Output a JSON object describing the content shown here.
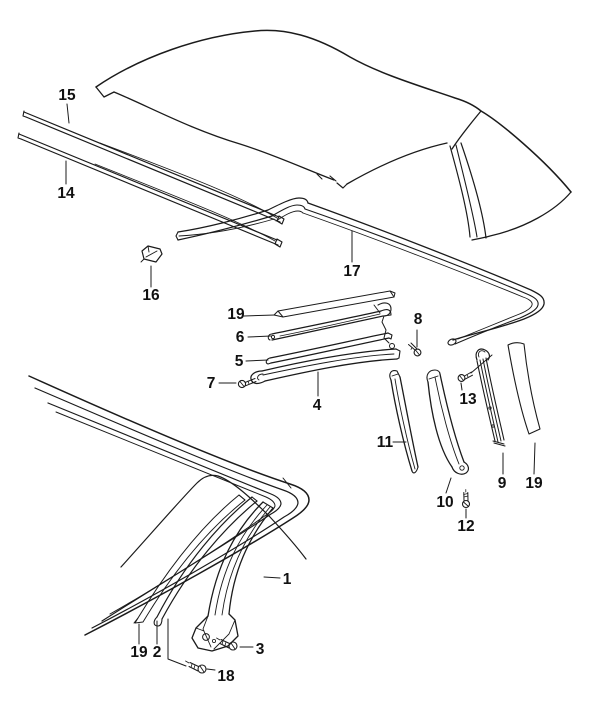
{
  "figure": {
    "type": "exploded-parts-diagram",
    "subject": "convertible-top-and-windshield-frame-seals-line-art",
    "background_color": "#ffffff",
    "line_color": "#1b1b1b",
    "label_color": "#111111",
    "callouts": [
      {
        "ref": "15"
      },
      {
        "ref": "14"
      },
      {
        "ref": "16"
      },
      {
        "ref": "17"
      },
      {
        "ref": "19"
      },
      {
        "ref": "6"
      },
      {
        "ref": "5"
      },
      {
        "ref": "7"
      },
      {
        "ref": "4"
      },
      {
        "ref": "8"
      },
      {
        "ref": "13"
      },
      {
        "ref": "11"
      },
      {
        "ref": "10"
      },
      {
        "ref": "12"
      },
      {
        "ref": "9"
      },
      {
        "ref": "19"
      },
      {
        "ref": "1"
      },
      {
        "ref": "19"
      },
      {
        "ref": "2"
      },
      {
        "ref": "3"
      },
      {
        "ref": "18"
      }
    ]
  }
}
